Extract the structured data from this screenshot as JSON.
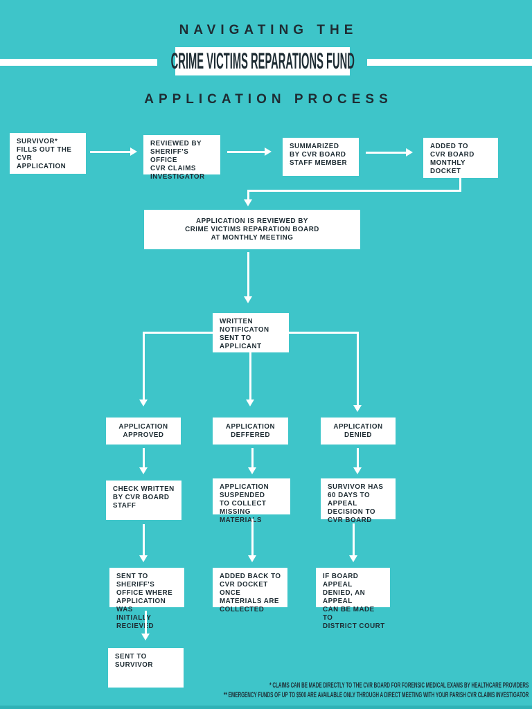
{
  "colors": {
    "background": "#3EC5C9",
    "ink": "#1E2C33",
    "box": "#FFFFFF",
    "line": "#FFFFFF",
    "edge": "#2FB2B6"
  },
  "header": {
    "top_line": "NAVIGATING THE",
    "banner": "CRIME VICTIMS REPARATIONS FUND",
    "bottom_line": "APPLICATION PROCESS"
  },
  "nodes": {
    "survivor_fills": "SURVIVOR*\nFILLS OUT THE\nCVR APPLICATION",
    "reviewed_by_sheriff": "REVIEWED BY\nSHERIFF'S OFFICE\nCVR CLAIMS\nINVESTIGATOR",
    "summarized_by_staff": "SUMMARIZED\nBY CVR BOARD\nSTAFF MEMBER",
    "added_to_docket": "ADDED TO\nCVR BOARD\nMONTHLY DOCKET",
    "board_review": "APPLICATION IS REVIEWED BY\nCRIME VICTIMS REPARATION BOARD\nAT MONTHLY MEETING",
    "written_notification": "WRITTEN\nNOTIFICATON\nSENT TO\nAPPLICANT",
    "app_approved": "APPLICATION\nAPPROVED",
    "app_deferred": "APPLICATION\nDEFFERED",
    "app_denied": "APPLICATION\nDENIED",
    "check_written": "CHECK WRITTEN\nBY CVR BOARD\nSTAFF",
    "app_suspended": "APPLICATION\nSUSPENDED\nTO COLLECT\nMISSING MATERIALS",
    "survivor_appeal": "SURVIVOR HAS\n60 DAYS TO APPEAL\nDECISION TO\nCVR BOARD",
    "sent_to_sheriff": "SENT TO SHERIFF'S\nOFFICE WHERE\nAPPLICATION WAS\nINITIALLY RECIEVED",
    "added_back": "ADDED BACK TO\nCVR DOCKET ONCE\nMATERIALS ARE\nCOLLECTED",
    "district_court": "IF BOARD APPEAL\nDENIED, AN APPEAL\nCAN BE MADE TO\nDISTRICT COURT",
    "sent_to_survivor": "SENT TO\nSURVIVOR"
  },
  "footnotes": {
    "line1": "* CLAIMS CAN BE MADE DIRECTLY TO THE CVR BOARD FOR FORENSIC MEDICAL EXAMS BY HEALTHCARE PROVIDERS",
    "line2": "** EMERGENCY FUNDS OF UP TO $500 ARE AVAILABLE ONLY THROUGH A DIRECT MEETING WITH YOUR PARISH CVR CLAIMS INVESTIGATOR"
  }
}
